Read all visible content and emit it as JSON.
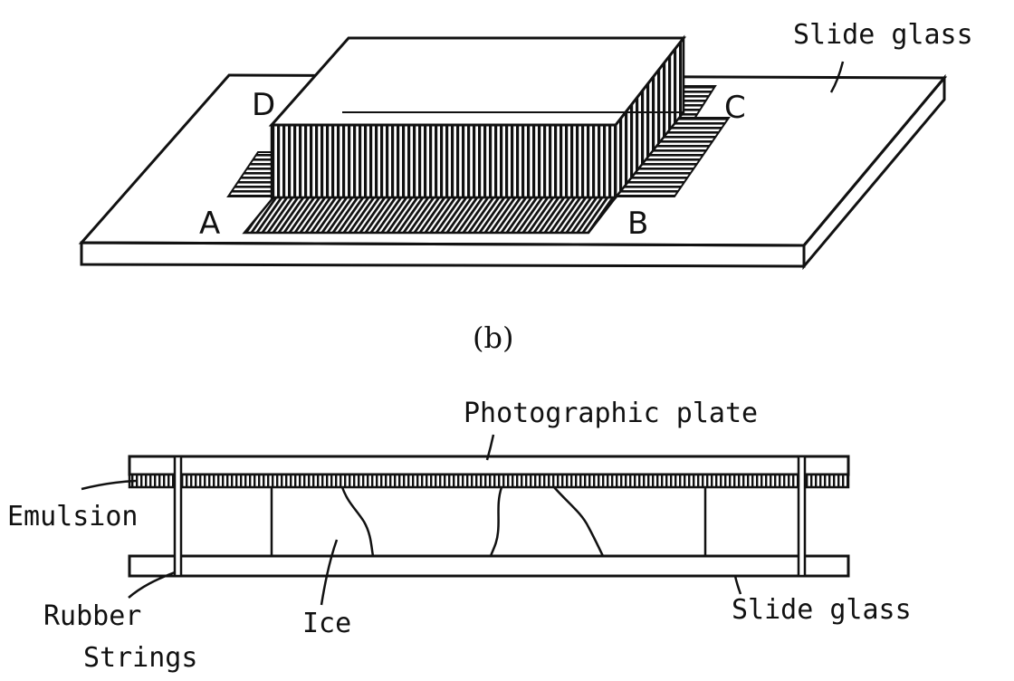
{
  "top_view": {
    "corner_a": "A",
    "corner_b": "B",
    "corner_c": "C",
    "corner_d": "D",
    "slide_glass_label": "Slide glass"
  },
  "caption": "(b)",
  "side_view": {
    "photographic_plate_label": "Photographic plate",
    "emulsion_label": "Emulsion",
    "ice_label": "Ice",
    "slide_glass_label": "Slide glass",
    "rubber_label": "Rubber",
    "strings_label": "Strings"
  }
}
